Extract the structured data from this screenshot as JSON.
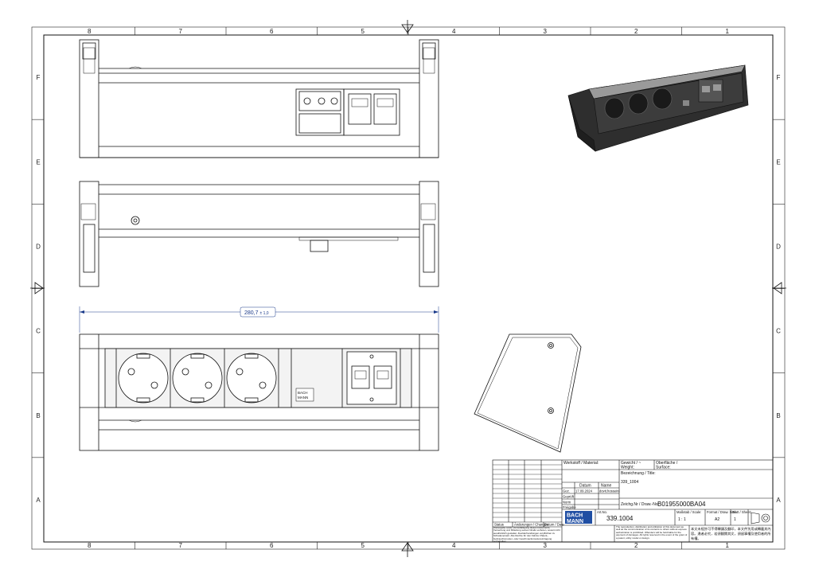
{
  "frame": {
    "columns": [
      "8",
      "7",
      "6",
      "5",
      "4",
      "3",
      "2",
      "1"
    ],
    "rows": [
      "F",
      "E",
      "D",
      "C",
      "B",
      "A"
    ]
  },
  "dimension": {
    "value": "280,7",
    "tolerance": "± 1,0"
  },
  "device_label": "BACH\nMANN",
  "title_block": {
    "material_label": "Werkstoff / Material:",
    "weight_label_de": "Gewicht / ~",
    "weight_label_en": "Weight:",
    "surface_label_de": "Oberfläche /",
    "surface_label_en": "Surface:",
    "designation_label": "Bezeichnung / Title:",
    "designation_value": "339_1004",
    "date_header": "Datum",
    "name_header": "Name",
    "row_drawn": "Gez.",
    "row_checked": "Geprüft",
    "row_norm": "Norm",
    "row_approved": "Freigabe",
    "date_value": "17.09.2024",
    "name_value": "dovit.hosseini",
    "drawing_no_label": "Zeichg.Nr / Draw.-No:",
    "drawing_no_value": "B01955000BA04",
    "article_no_label": "Art.No.",
    "article_no_value": "339.1004",
    "scale_label": "Maßstab / Scale:",
    "scale_value": "1 : 1",
    "format_label": "Format / Draw. Size",
    "format_value": "A2",
    "sheet_label": "Blatt / Sheet:",
    "sheet_value": "1",
    "logo_line1": "BACH",
    "logo_line2": "MANN",
    "status_header": "Status",
    "changes_header": "Änderungen / Changes",
    "date2_header": "Datum / Date",
    "name2_header": "Name",
    "disclaimer_de": "Weitergabe sowie Vervielfältigung dieses Dokuments, Verwertung und Mitteilung seines Inhalts verboten, soweit nicht ausdrücklich gestattet. Zuwiderhandlungen verpflichten zu Schadenersatz. Alle Rechte für den Fall der Patent-, Gebrauchsmuster- oder Geschmacksmustereintragung vorbehalten.",
    "disclaimer_en": "The reproduction, distribution and utilization of this document as well as the communication of its contents to others without express authorization is prohibited. Offenders will be held liable for the payment of damages. All rights reserved in the event of the grant of a patent, utility model or design.",
    "disclaimer_zh": "本文未經許可不得轉讓及翻印，本文件別用或轉載其內容。違者必究，若須翻閱其文，須留事權及使用者的所有權。"
  }
}
